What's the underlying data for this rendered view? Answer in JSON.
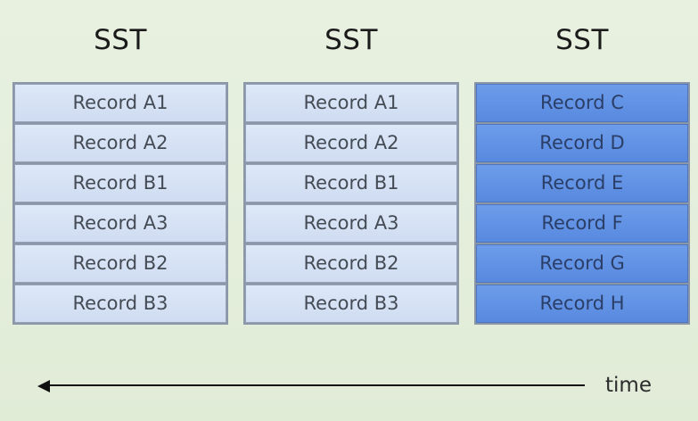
{
  "diagram": {
    "ssts": [
      {
        "title": "SST",
        "records": [
          "Record A1",
          "Record A2",
          "Record B1",
          "Record A3",
          "Record B2",
          "Record B3"
        ]
      },
      {
        "title": "SST",
        "records": [
          "Record A1",
          "Record A2",
          "Record B1",
          "Record A3",
          "Record B2",
          "Record B3"
        ]
      },
      {
        "title": "SST",
        "records": [
          "Record C",
          "Record D",
          "Record E",
          "Record F",
          "Record G",
          "Record H"
        ]
      }
    ],
    "time_label": "time"
  },
  "colors": {
    "background": "#e4eedb",
    "light_record": "#d6e2f5",
    "dark_record": "#5f90e4",
    "axis": "#111111"
  }
}
